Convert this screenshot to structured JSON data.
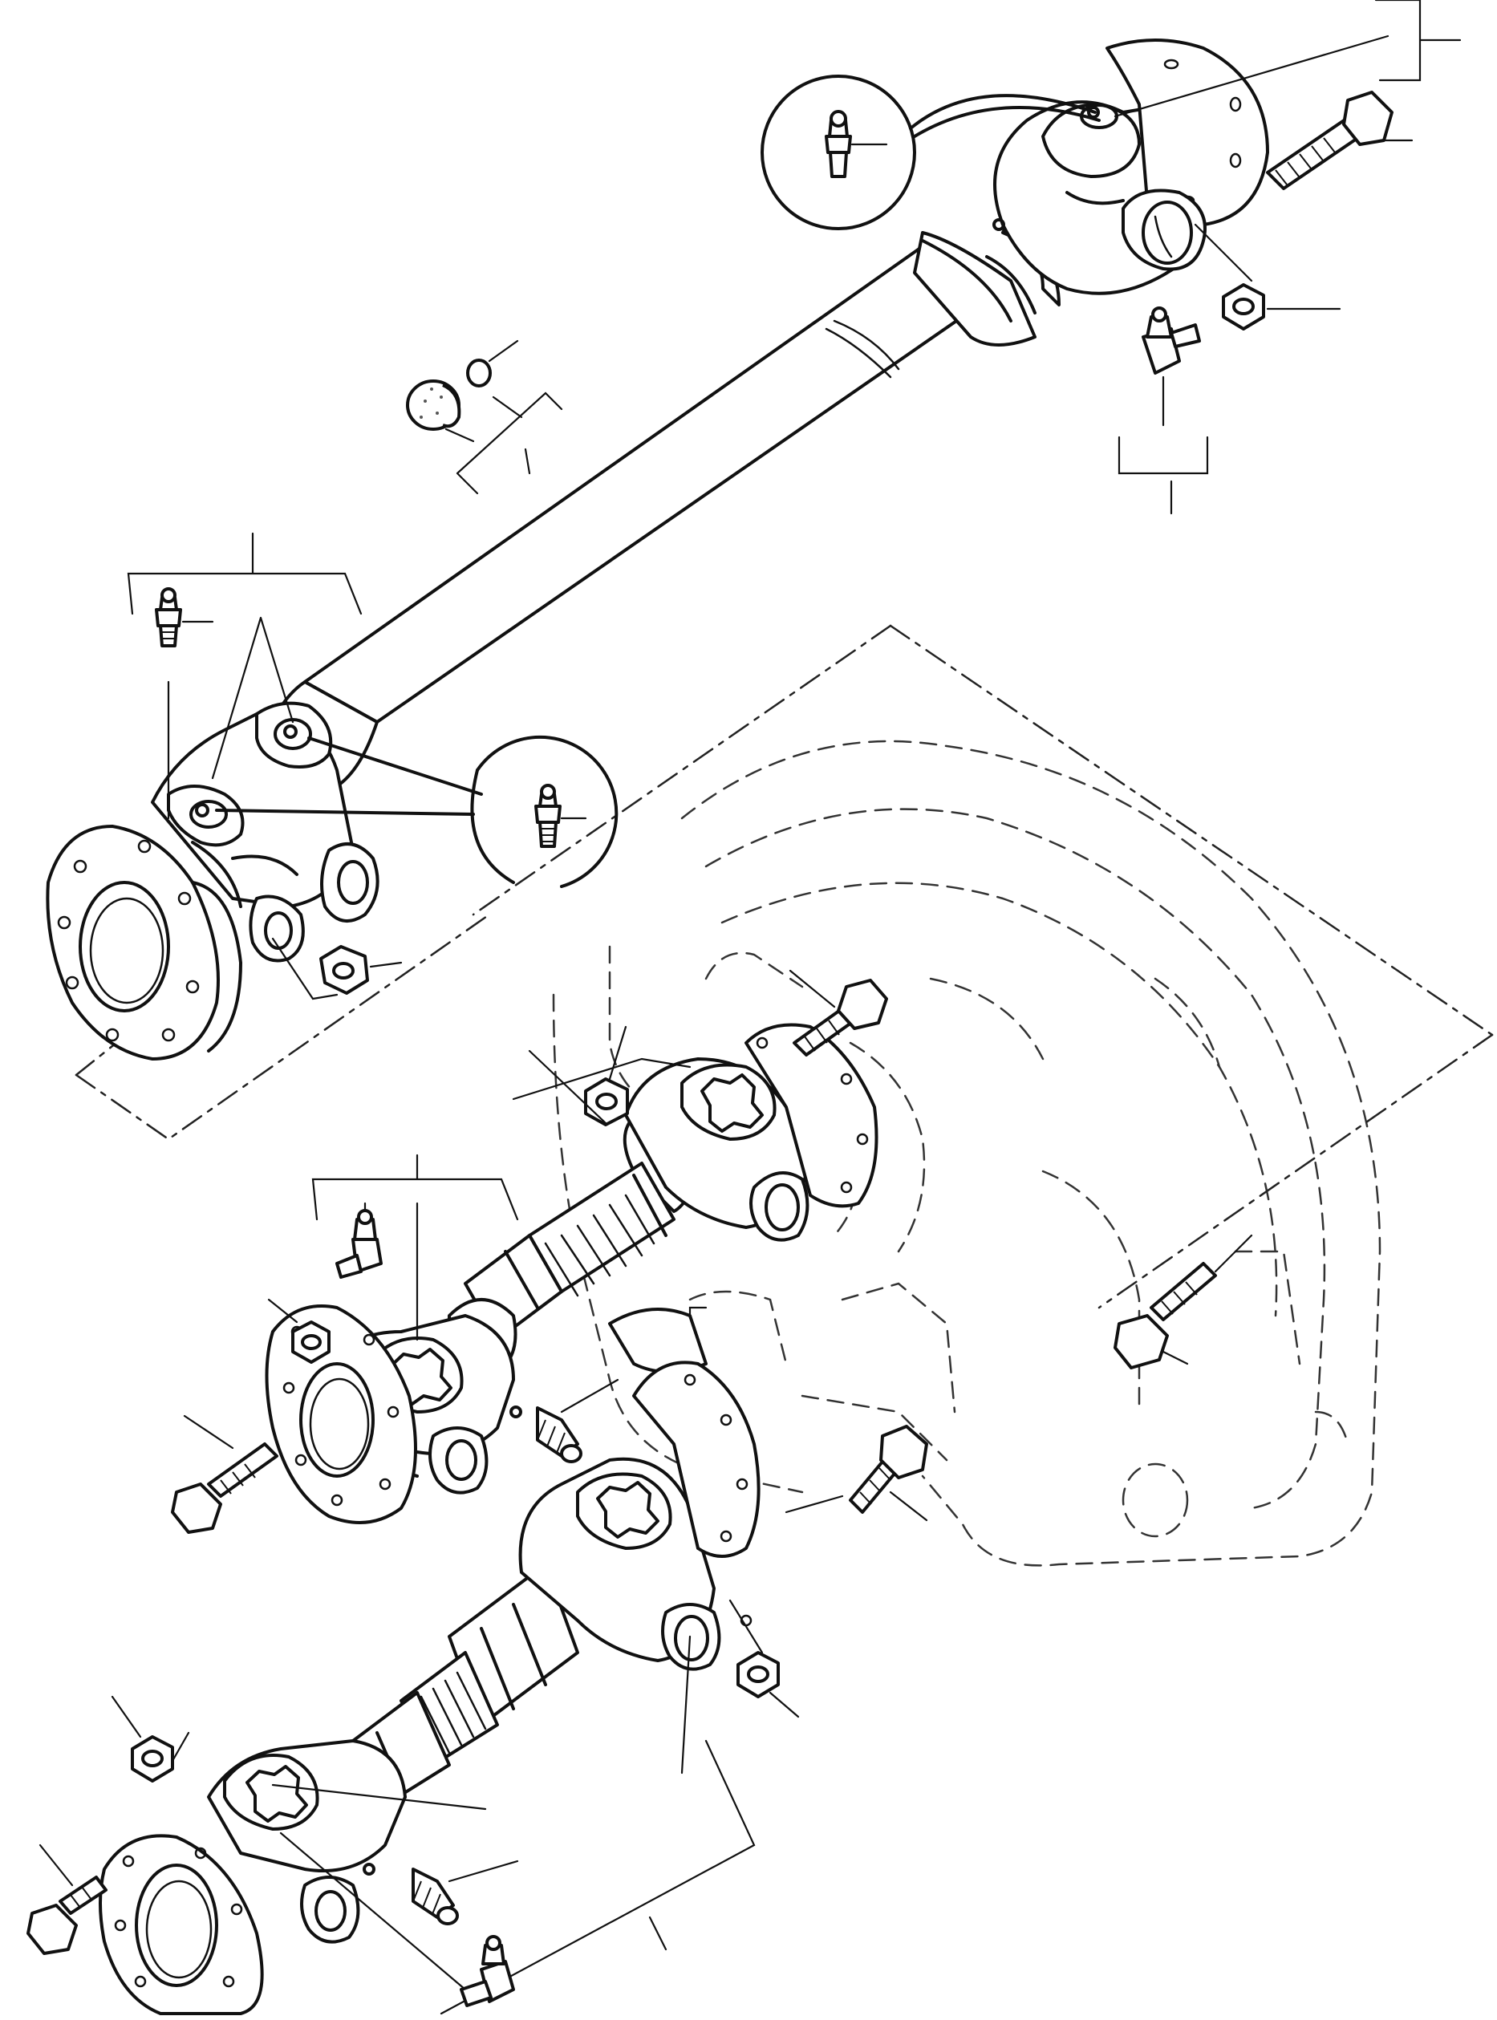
{
  "diagram": {
    "style": "exploded parts drawing, black line art on white",
    "components": [
      "upper-drive-shaft",
      "upper-rear-flange-yoke",
      "upper-front-flange-yoke",
      "middle-drive-shaft",
      "lower-drive-shaft",
      "transmission-housing-phantom"
    ],
    "part_icons": [
      "grease-nipple-icon",
      "angled-grease-nipple-icon",
      "bolt-icon",
      "nut-icon",
      "dust-cap-icon",
      "snap-ring-icon",
      "spider-cross-icon"
    ]
  }
}
